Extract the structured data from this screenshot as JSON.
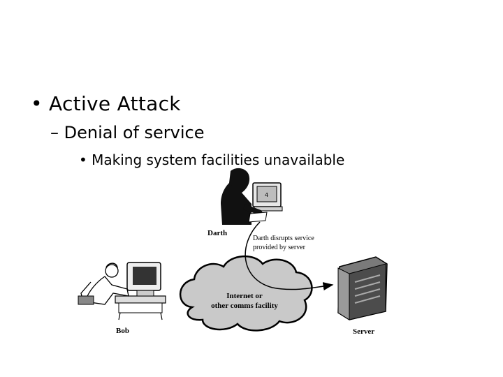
{
  "slide": {
    "bullet1": "• Active Attack",
    "bullet2": "– Denial of service",
    "bullet3": "• Making system facilities unavailable"
  },
  "diagram": {
    "darth_label": "Darth",
    "darth_note_line1": "Darth disrupts service",
    "darth_note_line2": "provided by server",
    "cloud_line1": "Internet or",
    "cloud_line2": "other comms facility",
    "bob_label": "Bob",
    "server_label": "Server"
  }
}
